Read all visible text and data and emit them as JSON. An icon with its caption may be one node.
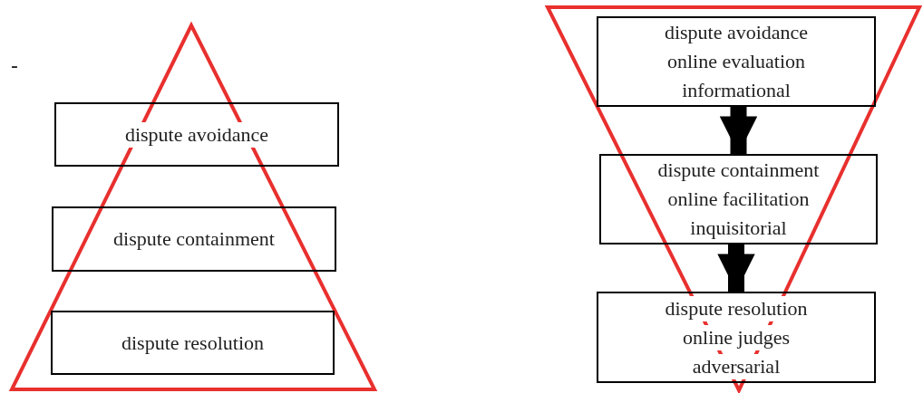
{
  "diagram": {
    "nodes": [
      {
        "text": [
          "dispute avoidance"
        ]
      },
      {
        "text": [
          "dispute containment"
        ]
      },
      {
        "text": [
          "dispute resolution"
        ]
      },
      {
        "text": [
          "dispute avoidance",
          "online evaluation",
          "informational"
        ]
      },
      {
        "text": [
          "dispute containment",
          "online facilitation",
          "inquisitorial"
        ]
      },
      {
        "text": [
          "dispute resolution",
          "online judges",
          "adversarial"
        ]
      }
    ],
    "edges": [
      {
        "from": 3,
        "to": 4,
        "arrow": "to"
      },
      {
        "from": 4,
        "to": 5,
        "arrow": "to"
      }
    ],
    "labels": [
      "-"
    ]
  }
}
